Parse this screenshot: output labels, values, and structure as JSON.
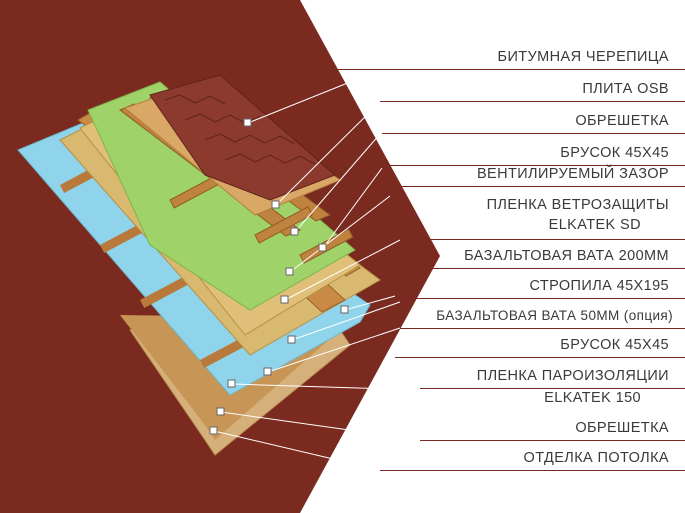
{
  "colors": {
    "background_brown": "#7B2A1F",
    "shingle": "#8C3A2E",
    "osb": "#D9A866",
    "wood": "#C88A45",
    "insulation": "#D9B870",
    "wind_membrane": "#9FD36A",
    "vapor_membrane": "#8FD4EA",
    "ceiling": "#D6B07A"
  },
  "layers": [
    {
      "id": "bitumen-shingles",
      "label": "БИТУМНАЯ ЧЕРЕПИЦА"
    },
    {
      "id": "osb-plate",
      "label": "ПЛИТА OSB"
    },
    {
      "id": "lathing-top",
      "label": "ОБРЕШЕТКА"
    },
    {
      "id": "batten-top",
      "label": "БРУСОК 45Х45"
    },
    {
      "id": "ventilation-gap",
      "label": "ВЕНТИЛИРУЕМЫЙ ЗАЗОР"
    },
    {
      "id": "wind-membrane",
      "label": "ПЛЕНКА ВЕТРОЗАЩИТЫ",
      "label2": "ELKATEK SD"
    },
    {
      "id": "basalt-wool-200",
      "label": "БАЗАЛЬТОВАЯ ВАТА 200ММ"
    },
    {
      "id": "rafters",
      "label": "СТРОПИЛА 45Х195"
    },
    {
      "id": "basalt-wool-50",
      "label": "БАЗАЛЬТОВАЯ ВАТА 50ММ (опция)"
    },
    {
      "id": "batten-bottom",
      "label": "БРУСОК 45Х45"
    },
    {
      "id": "vapor-membrane",
      "label": "ПЛЕНКА ПАРОИЗОЛЯЦИИ",
      "label2": "ELKATEK 150"
    },
    {
      "id": "lathing-bottom",
      "label": "ОБРЕШЕТКА"
    },
    {
      "id": "ceiling-finish",
      "label": "ОТДЕЛКА ПОТОЛКА"
    }
  ]
}
